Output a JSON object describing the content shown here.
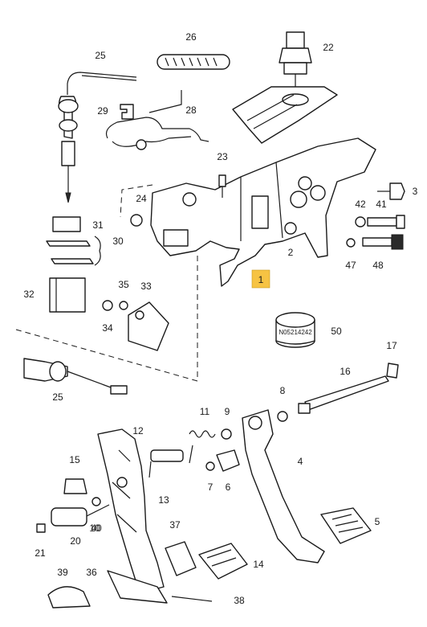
{
  "callouts": [
    {
      "id": "26",
      "text": "26"
    },
    {
      "id": "22",
      "text": "22"
    },
    {
      "id": "25a",
      "text": "25"
    },
    {
      "id": "29",
      "text": "29"
    },
    {
      "id": "28",
      "text": "28"
    },
    {
      "id": "23",
      "text": "23"
    },
    {
      "id": "3",
      "text": "3"
    },
    {
      "id": "24",
      "text": "24"
    },
    {
      "id": "42",
      "text": "42"
    },
    {
      "id": "41",
      "text": "41"
    },
    {
      "id": "31",
      "text": "31"
    },
    {
      "id": "30",
      "text": "30"
    },
    {
      "id": "2",
      "text": "2"
    },
    {
      "id": "47",
      "text": "47"
    },
    {
      "id": "48",
      "text": "48"
    },
    {
      "id": "1",
      "text": "1"
    },
    {
      "id": "32",
      "text": "32"
    },
    {
      "id": "35",
      "text": "35"
    },
    {
      "id": "33",
      "text": "33"
    },
    {
      "id": "34",
      "text": "34"
    },
    {
      "id": "50",
      "text": "50"
    },
    {
      "id": "17",
      "text": "17"
    },
    {
      "id": "16",
      "text": "16"
    },
    {
      "id": "25b",
      "text": "25"
    },
    {
      "id": "8",
      "text": "8"
    },
    {
      "id": "11",
      "text": "11"
    },
    {
      "id": "9",
      "text": "9"
    },
    {
      "id": "12",
      "text": "12"
    },
    {
      "id": "4",
      "text": "4"
    },
    {
      "id": "15",
      "text": "15"
    },
    {
      "id": "10",
      "text": "10"
    },
    {
      "id": "7",
      "text": "7"
    },
    {
      "id": "6",
      "text": "6"
    },
    {
      "id": "13",
      "text": "13"
    },
    {
      "id": "40",
      "text": "40"
    },
    {
      "id": "5",
      "text": "5"
    },
    {
      "id": "20",
      "text": "20"
    },
    {
      "id": "37",
      "text": "37"
    },
    {
      "id": "21",
      "text": "21"
    },
    {
      "id": "14",
      "text": "14"
    },
    {
      "id": "39",
      "text": "39"
    },
    {
      "id": "36",
      "text": "36"
    },
    {
      "id": "38",
      "text": "38"
    }
  ],
  "highlighted_part": "1",
  "bushing_stamp": "N05214242",
  "colors": {
    "highlight": "#f6c343",
    "ink": "#1a1a1a"
  }
}
